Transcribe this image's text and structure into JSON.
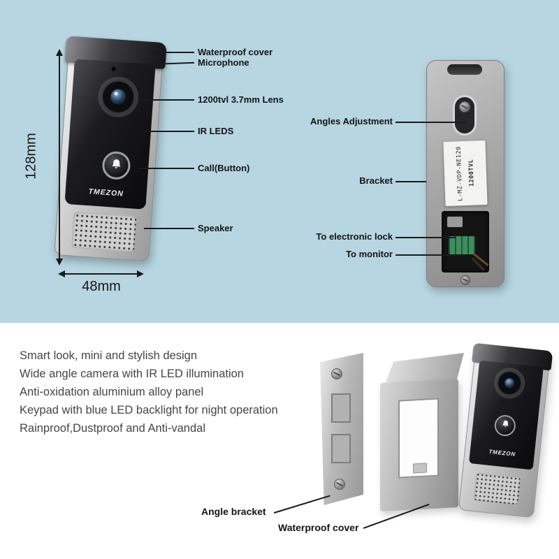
{
  "colors": {
    "top_background": "#b7d6e1",
    "bottom_background": "#ffffff",
    "annotation_text": "#141414"
  },
  "front": {
    "brand": "TMEZON",
    "height_dim": "128mm",
    "width_dim": "48mm",
    "labels": {
      "waterproof_cover": "Waterproof cover",
      "microphone": "Microphone",
      "lens": "1200tvl 3.7mm Lens",
      "ir_leds": "IR LEDS",
      "call_button": "Call(Button)",
      "speaker": "Speaker"
    }
  },
  "back": {
    "labels": {
      "angles_adjustment": "Angles Adjustment",
      "bracket": "Bracket",
      "to_electronic_lock": "To electronic lock",
      "to_monitor": "To monitor"
    },
    "sticker": {
      "line1": "L-MZ-VDP-NE120",
      "line2": "1200TVL"
    }
  },
  "features": [
    "Smart look, mini and stylish design",
    "Wide angle camera with IR LED illumination",
    "Anti-oxidation aluminium alloy panel",
    "Keypad with blue LED backlight for night operation",
    "Rainproof,Dustproof and Anti-vandal"
  ],
  "exploded": {
    "brand": "TMEZON",
    "labels": {
      "angle_bracket": "Angle bracket",
      "waterproof_cover": "Waterproof cover"
    }
  }
}
